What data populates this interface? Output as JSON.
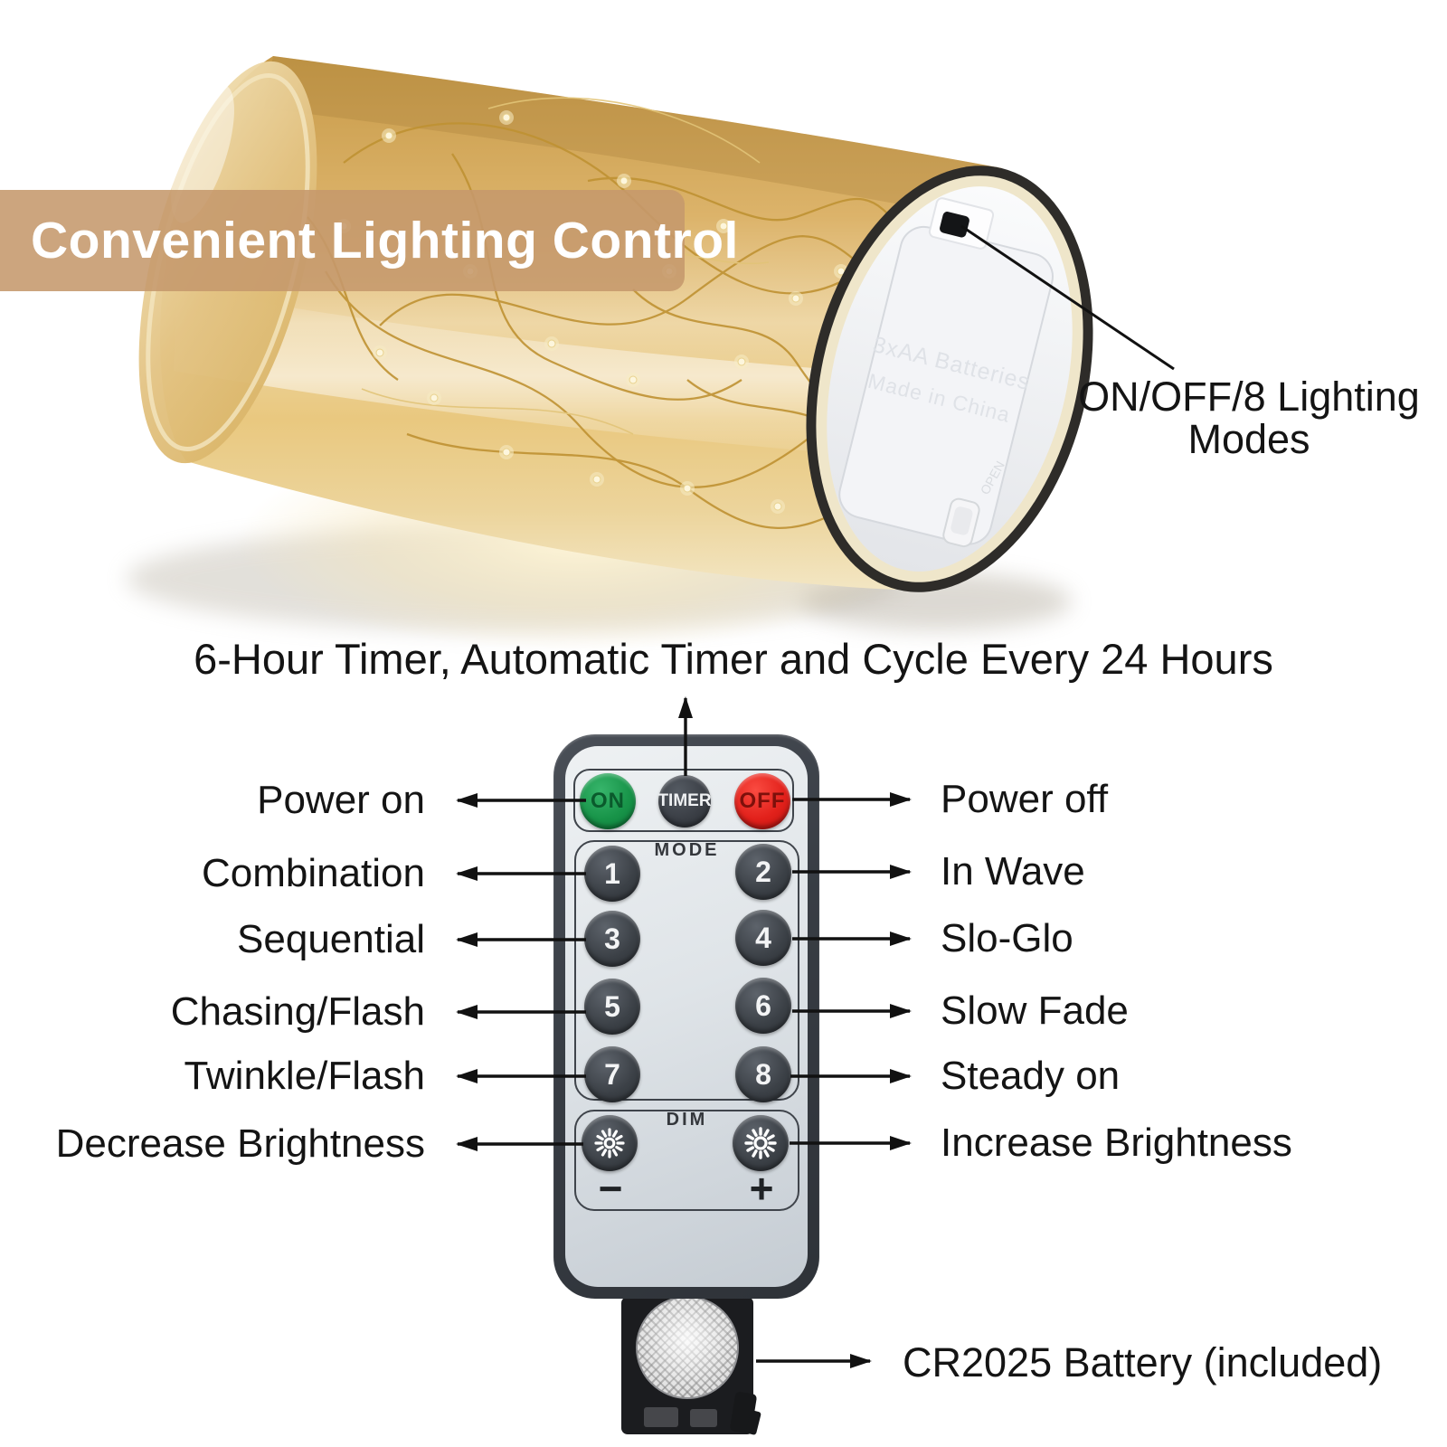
{
  "banner": {
    "title": "Convenient Lighting Control",
    "bg_color": "#c59a6c",
    "text_color": "#ffffff"
  },
  "candle_annotation": {
    "line1": "ON/OFF/8 Lighting",
    "line2": "Modes"
  },
  "timer_note": "6-Hour Timer, Automatic Timer and Cycle Every 24 Hours",
  "remote": {
    "power_buttons": [
      {
        "label": "ON",
        "color": "#17a04f"
      },
      {
        "label": "TIMER",
        "color": "#3d4249"
      },
      {
        "label": "OFF",
        "color": "#e8211c"
      }
    ],
    "mode_label": "MODE",
    "modes": [
      "1",
      "2",
      "3",
      "4",
      "5",
      "6",
      "7",
      "8"
    ],
    "dim_label": "DIM",
    "minus": "−",
    "plus": "+"
  },
  "labels_left": [
    "Power on",
    "Combination",
    "Sequential",
    "Chasing/Flash",
    "Twinkle/Flash",
    "Decrease Brightness"
  ],
  "labels_right": [
    "Power off",
    "In Wave",
    "Slo-Glo",
    "Slow Fade",
    "Steady on",
    "Increase Brightness"
  ],
  "battery_note": "CR2025 Battery (included)",
  "base_embossed": {
    "line1": "3xAA Batteries",
    "line2": "Made in China",
    "latch": "OPEN"
  },
  "colors": {
    "banner_bg": "#c59a6c",
    "glass_amber": "#d9ae62",
    "remote_body": "#3b4047",
    "remote_face": "#dde2e7",
    "arrow_black": "#111111",
    "battery_tray": "#1b1c1f"
  }
}
